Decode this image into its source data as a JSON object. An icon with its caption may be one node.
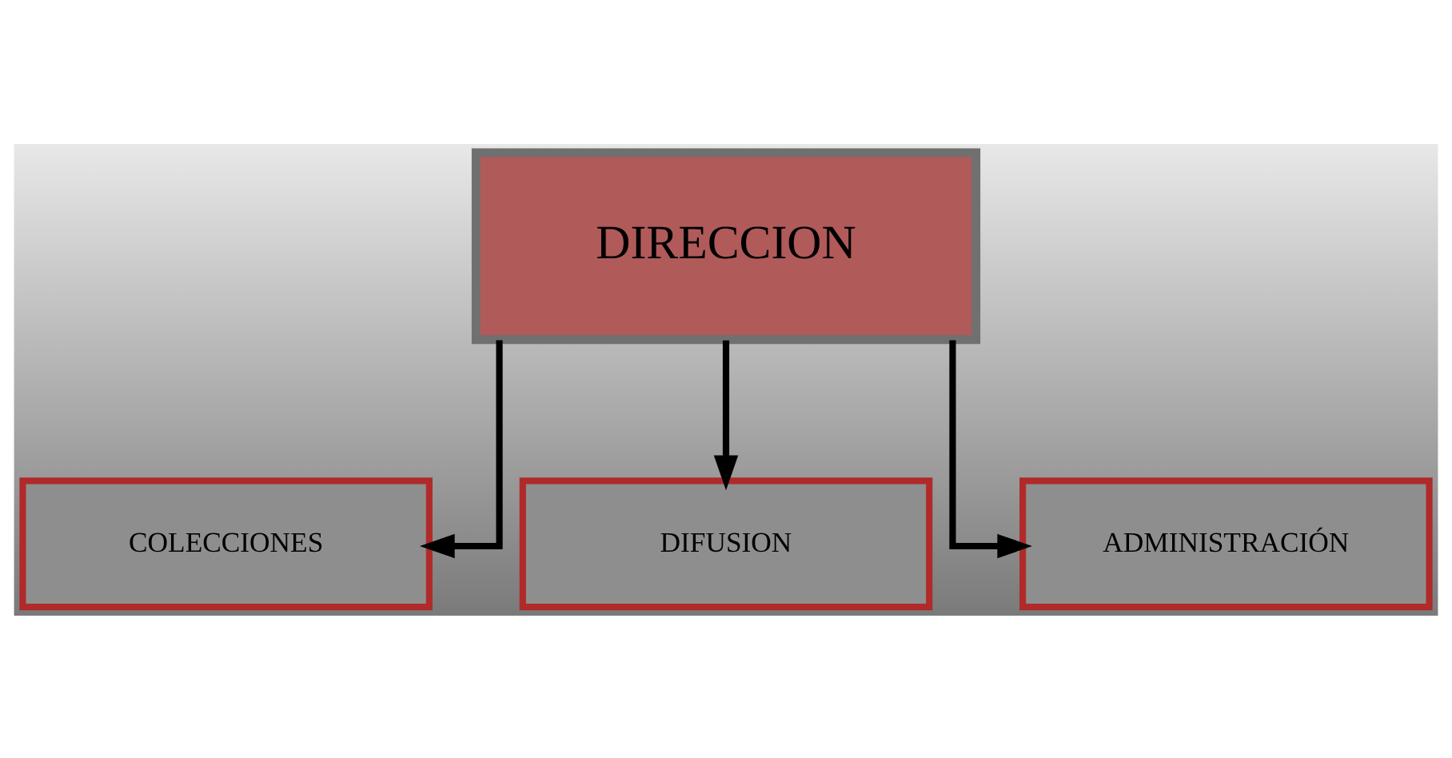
{
  "diagram": {
    "nodes": [
      {
        "text": [
          "DIRECCION"
        ]
      },
      {
        "text": [
          "COLECCIONES"
        ]
      },
      {
        "text": [
          "DIFUSION"
        ]
      },
      {
        "text": [
          "ADMINISTRACIÓN"
        ]
      }
    ],
    "edges": [
      {
        "from": 0,
        "to": 1,
        "arrow": "to"
      },
      {
        "from": 0,
        "to": 2,
        "arrow": "to"
      },
      {
        "from": 0,
        "to": 3,
        "arrow": "to"
      }
    ]
  }
}
